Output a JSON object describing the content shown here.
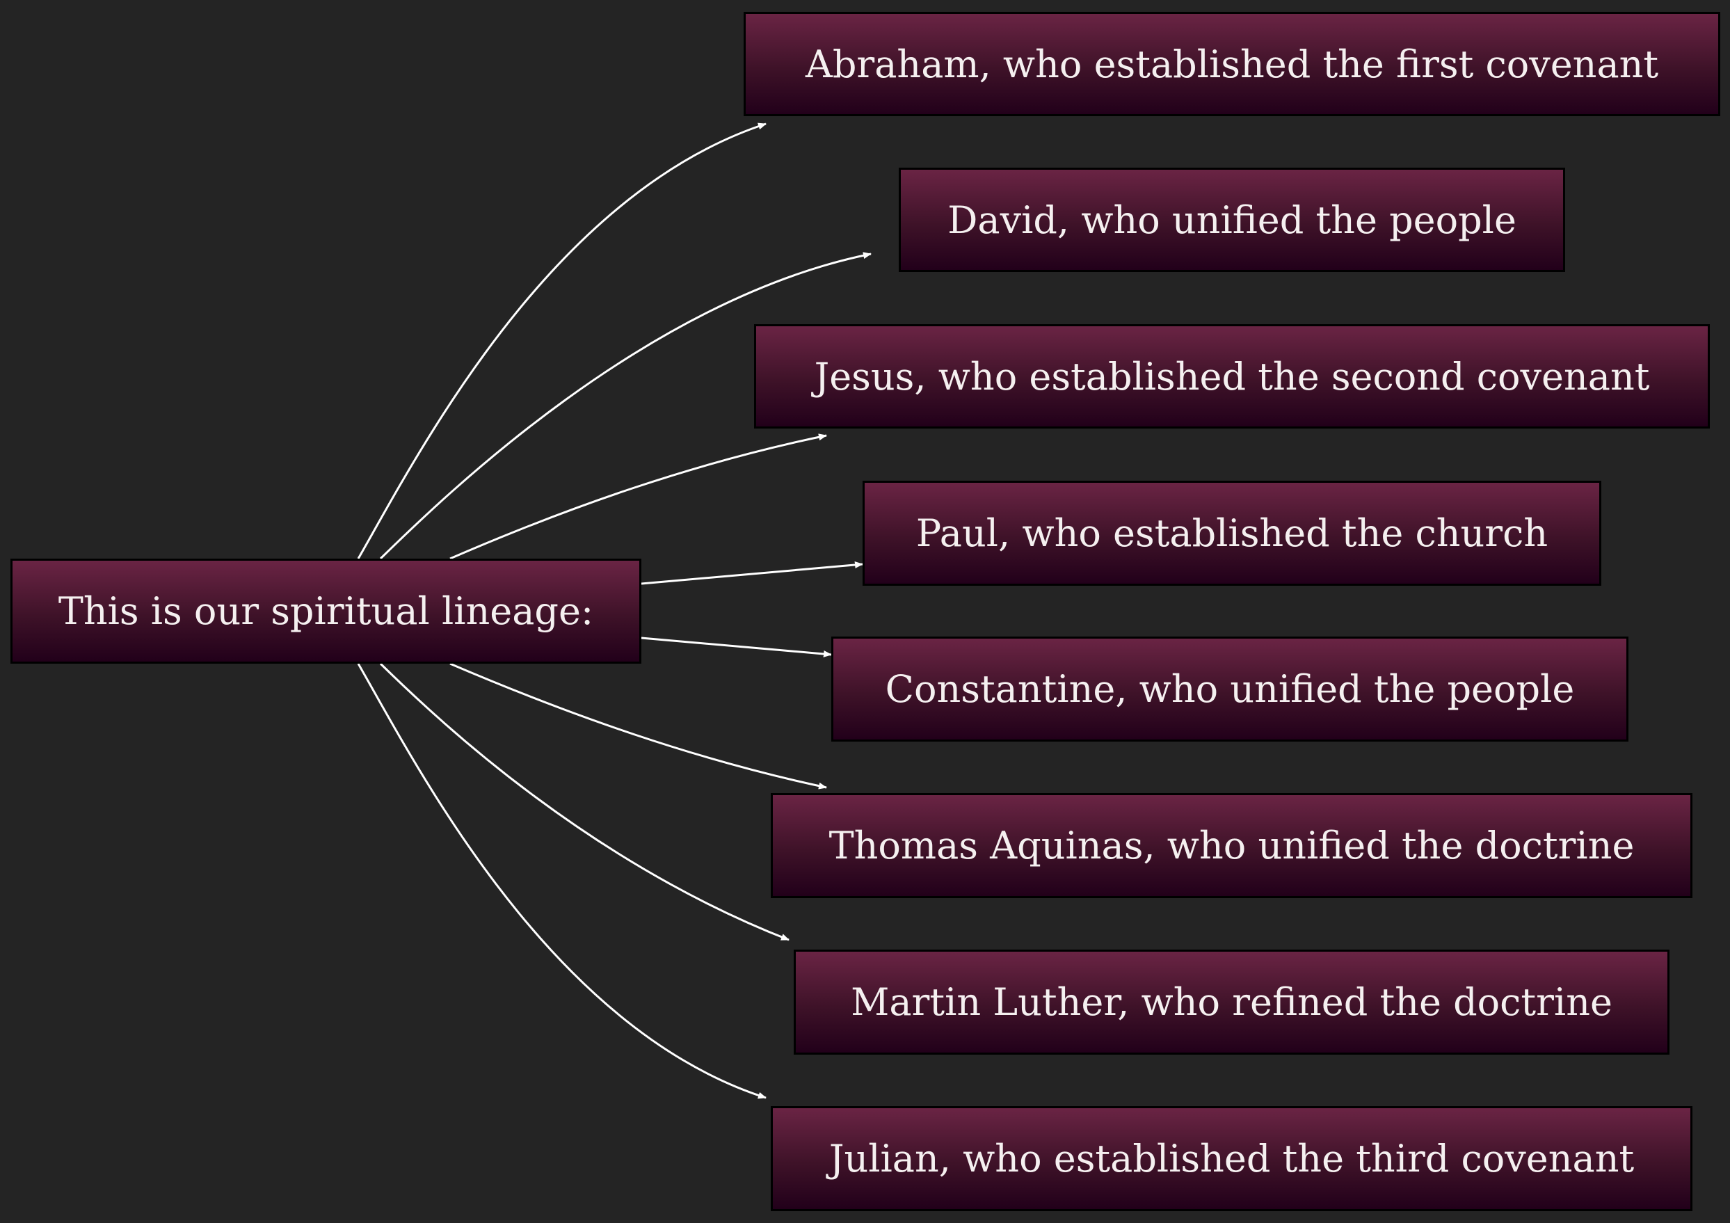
{
  "diagram": {
    "source": {
      "id": "lineage",
      "label": "This is our spiritual lineage:"
    },
    "targets": [
      {
        "id": "abraham",
        "label": "Abraham, who established the first covenant"
      },
      {
        "id": "david",
        "label": "David, who unified the people"
      },
      {
        "id": "jesus",
        "label": "Jesus, who established the second covenant"
      },
      {
        "id": "paul",
        "label": "Paul, who established the church"
      },
      {
        "id": "constantine",
        "label": "Constantine, who unified the people"
      },
      {
        "id": "aquinas",
        "label": "Thomas Aquinas, who unified the doctrine"
      },
      {
        "id": "luther",
        "label": "Martin Luther, who refined the doctrine"
      },
      {
        "id": "julian",
        "label": "Julian, who established the third covenant"
      }
    ],
    "edges": [
      {
        "from": "lineage",
        "to": "abraham"
      },
      {
        "from": "lineage",
        "to": "david"
      },
      {
        "from": "lineage",
        "to": "jesus"
      },
      {
        "from": "lineage",
        "to": "paul"
      },
      {
        "from": "lineage",
        "to": "constantine"
      },
      {
        "from": "lineage",
        "to": "aquinas"
      },
      {
        "from": "lineage",
        "to": "luther"
      },
      {
        "from": "lineage",
        "to": "julian"
      }
    ],
    "colors": {
      "background": "#242424",
      "node_fill_top": "#6a2444",
      "node_fill_bottom": "#22001a",
      "node_border": "#000000",
      "node_text": "#f5f0f0",
      "edge": "#ffffff"
    }
  }
}
